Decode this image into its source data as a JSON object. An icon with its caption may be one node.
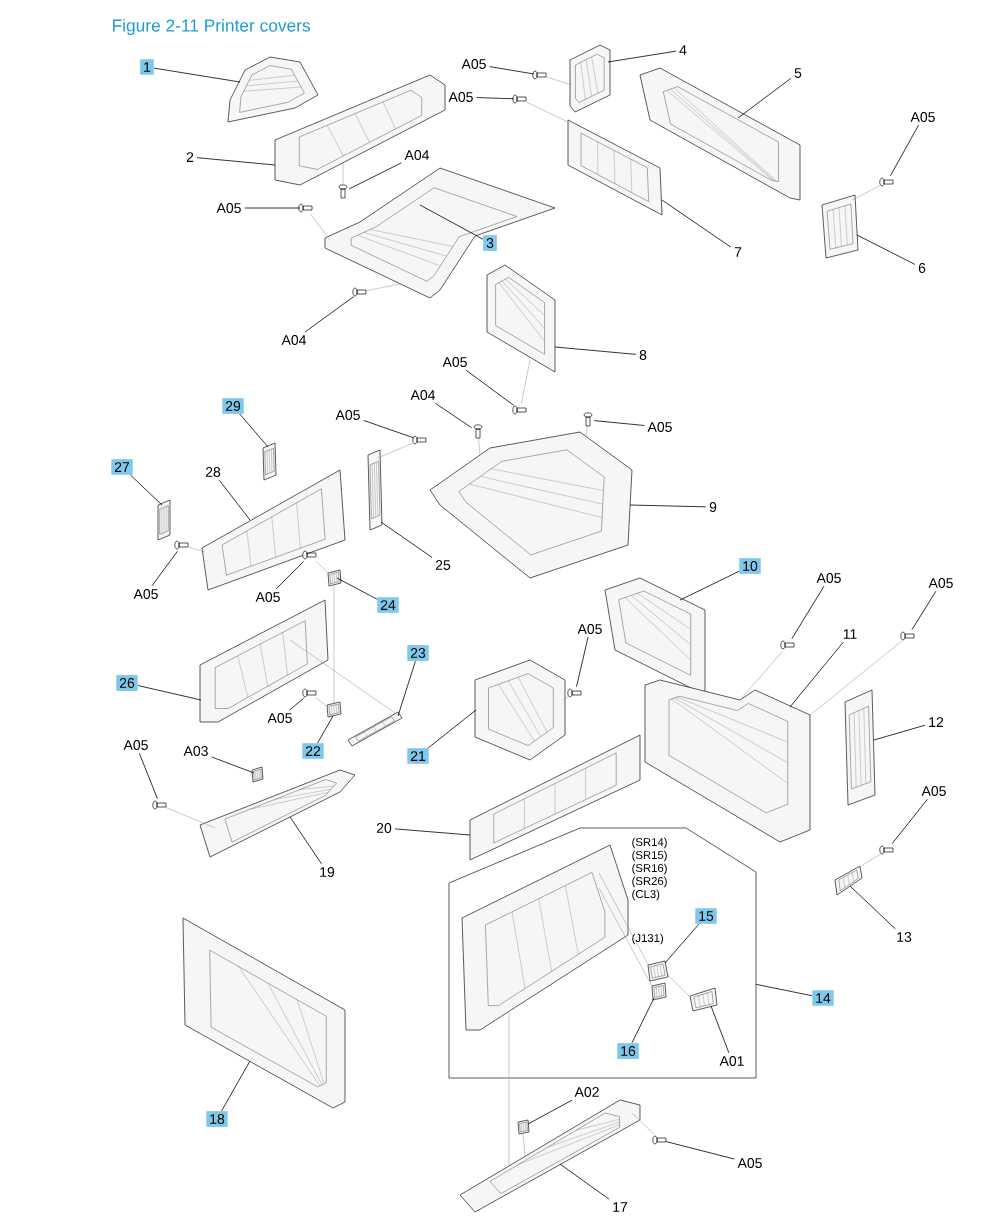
{
  "diagram": {
    "title": "Figure 2-11 Printer covers",
    "nodes": [
      {
        "text": [
          "1"
        ]
      },
      {
        "text": [],
        "shape": "picture"
      },
      {
        "text": [
          "A05"
        ]
      },
      {
        "text": [],
        "shape": "picture"
      },
      {
        "text": [
          "4"
        ]
      },
      {
        "text": [],
        "shape": "picture"
      },
      {
        "text": [
          "5"
        ]
      },
      {
        "text": [],
        "shape": "picture"
      },
      {
        "text": [
          "A05"
        ]
      },
      {
        "text": [],
        "shape": "picture"
      },
      {
        "text": [
          "2"
        ]
      },
      {
        "text": [],
        "shape": "picture"
      },
      {
        "text": [
          "A04"
        ]
      },
      {
        "text": [],
        "shape": "picture"
      },
      {
        "text": [
          "A05"
        ]
      },
      {
        "text": [],
        "shape": "picture"
      },
      {
        "text": [
          "A05"
        ]
      },
      {
        "text": [],
        "shape": "picture"
      },
      {
        "text": [
          "3"
        ]
      },
      {
        "text": [],
        "shape": "picture"
      },
      {
        "text": [
          "7"
        ]
      },
      {
        "text": [],
        "shape": "picture"
      },
      {
        "text": [
          "6"
        ]
      },
      {
        "text": [],
        "shape": "picture"
      },
      {
        "text": [
          "A04"
        ]
      },
      {
        "text": [],
        "shape": "picture"
      },
      {
        "text": [
          "8"
        ]
      },
      {
        "text": [],
        "shape": "picture"
      },
      {
        "text": [
          "A05"
        ]
      },
      {
        "text": [],
        "shape": "picture"
      },
      {
        "text": [
          "29"
        ]
      },
      {
        "text": [],
        "shape": "picture"
      },
      {
        "text": [
          "A04"
        ]
      },
      {
        "text": [],
        "shape": "picture"
      },
      {
        "text": [
          "A05"
        ]
      },
      {
        "text": [],
        "shape": "picture"
      },
      {
        "text": [
          "A05"
        ]
      },
      {
        "text": [],
        "shape": "picture"
      },
      {
        "text": [
          "27"
        ]
      },
      {
        "text": [],
        "shape": "picture"
      },
      {
        "text": [
          "28"
        ]
      },
      {
        "text": [],
        "shape": "picture"
      },
      {
        "text": [
          "9"
        ]
      },
      {
        "text": [],
        "shape": "picture"
      },
      {
        "text": [
          "25"
        ]
      },
      {
        "text": [],
        "shape": "picture"
      },
      {
        "text": [
          "A05"
        ]
      },
      {
        "text": [],
        "shape": "picture"
      },
      {
        "text": [
          "A05"
        ]
      },
      {
        "text": [],
        "shape": "picture"
      },
      {
        "text": [
          "10"
        ]
      },
      {
        "text": [],
        "shape": "picture"
      },
      {
        "text": [
          "A05"
        ]
      },
      {
        "text": [],
        "shape": "picture"
      },
      {
        "text": [
          "A05"
        ]
      },
      {
        "text": [],
        "shape": "picture"
      },
      {
        "text": [
          "24"
        ]
      },
      {
        "text": [],
        "shape": "picture"
      },
      {
        "text": [
          "A05"
        ]
      },
      {
        "text": [],
        "shape": "picture"
      },
      {
        "text": [
          "11"
        ]
      },
      {
        "text": [],
        "shape": "picture"
      },
      {
        "text": [
          "23"
        ]
      },
      {
        "text": [],
        "shape": "picture"
      },
      {
        "text": [
          "26"
        ]
      },
      {
        "text": [],
        "shape": "picture"
      },
      {
        "text": [
          "12"
        ]
      },
      {
        "text": [],
        "shape": "picture"
      },
      {
        "text": [
          "A05"
        ]
      },
      {
        "text": [],
        "shape": "picture"
      },
      {
        "text": [
          "22"
        ]
      },
      {
        "text": [],
        "shape": "picture"
      },
      {
        "text": [
          "21"
        ]
      },
      {
        "text": [],
        "shape": "picture"
      },
      {
        "text": [
          "A05"
        ]
      },
      {
        "text": [],
        "shape": "picture"
      },
      {
        "text": [
          "A03"
        ]
      },
      {
        "text": [],
        "shape": "picture"
      },
      {
        "text": [
          "A05"
        ]
      },
      {
        "text": [],
        "shape": "picture"
      },
      {
        "text": [
          "20"
        ]
      },
      {
        "text": [],
        "shape": "picture"
      },
      {
        "text": [
          "19"
        ]
      },
      {
        "text": [],
        "shape": "picture"
      },
      {
        "text": [],
        "shape": "box"
      },
      {
        "text": [],
        "shape": "picture",
        "in": 84
      },
      {
        "text": [
          "15"
        ],
        "in": 84
      },
      {
        "text": [],
        "shape": "picture",
        "in": 84
      },
      {
        "text": [
          "16"
        ],
        "in": 84
      },
      {
        "text": [],
        "shape": "picture",
        "in": 84
      },
      {
        "text": [
          "A01"
        ],
        "in": 84
      },
      {
        "text": [],
        "shape": "picture",
        "in": 84
      },
      {
        "text": [
          "13"
        ]
      },
      {
        "text": [],
        "shape": "picture"
      },
      {
        "text": [
          "14"
        ]
      },
      {
        "text": [
          "18"
        ]
      },
      {
        "text": [],
        "shape": "picture"
      },
      {
        "text": [
          "A02"
        ]
      },
      {
        "text": [],
        "shape": "picture"
      },
      {
        "text": [
          "A05"
        ]
      },
      {
        "text": [],
        "shape": "picture"
      },
      {
        "text": [
          "17"
        ]
      },
      {
        "text": [],
        "shape": "picture"
      }
    ],
    "edges": [
      {
        "from": 0,
        "to": 1,
        "arrow": "none"
      },
      {
        "from": 2,
        "to": 3,
        "arrow": "none"
      },
      {
        "from": 4,
        "to": 5,
        "arrow": "none"
      },
      {
        "from": 6,
        "to": 7,
        "arrow": "none"
      },
      {
        "from": 8,
        "to": 9,
        "arrow": "none"
      },
      {
        "from": 10,
        "to": 11,
        "arrow": "none"
      },
      {
        "from": 12,
        "to": 13,
        "arrow": "none"
      },
      {
        "from": 14,
        "to": 15,
        "arrow": "none"
      },
      {
        "from": 16,
        "to": 17,
        "arrow": "none"
      },
      {
        "from": 18,
        "to": 19,
        "arrow": "none"
      },
      {
        "from": 20,
        "to": 21,
        "arrow": "none"
      },
      {
        "from": 22,
        "to": 23,
        "arrow": "none"
      },
      {
        "from": 24,
        "to": 25,
        "arrow": "none"
      },
      {
        "from": 26,
        "to": 27,
        "arrow": "none"
      },
      {
        "from": 28,
        "to": 29,
        "arrow": "none"
      },
      {
        "from": 30,
        "to": 31,
        "arrow": "none"
      },
      {
        "from": 32,
        "to": 33,
        "arrow": "none"
      },
      {
        "from": 34,
        "to": 35,
        "arrow": "none"
      },
      {
        "from": 36,
        "to": 37,
        "arrow": "none"
      },
      {
        "from": 38,
        "to": 39,
        "arrow": "none"
      },
      {
        "from": 40,
        "to": 41,
        "arrow": "none"
      },
      {
        "from": 42,
        "to": 43,
        "arrow": "none"
      },
      {
        "from": 44,
        "to": 45,
        "arrow": "none"
      },
      {
        "from": 46,
        "to": 47,
        "arrow": "none"
      },
      {
        "from": 48,
        "to": 49,
        "arrow": "none"
      },
      {
        "from": 50,
        "to": 51,
        "arrow": "none"
      },
      {
        "from": 52,
        "to": 53,
        "arrow": "none"
      },
      {
        "from": 54,
        "to": 55,
        "arrow": "none"
      },
      {
        "from": 56,
        "to": 57,
        "arrow": "none"
      },
      {
        "from": 58,
        "to": 59,
        "arrow": "none"
      },
      {
        "from": 60,
        "to": 61,
        "arrow": "none"
      },
      {
        "from": 62,
        "to": 63,
        "arrow": "none"
      },
      {
        "from": 64,
        "to": 65,
        "arrow": "none"
      },
      {
        "from": 66,
        "to": 67,
        "arrow": "none"
      },
      {
        "from": 68,
        "to": 69,
        "arrow": "none"
      },
      {
        "from": 70,
        "to": 71,
        "arrow": "none"
      },
      {
        "from": 72,
        "to": 73,
        "arrow": "none"
      },
      {
        "from": 74,
        "to": 75,
        "arrow": "none"
      },
      {
        "from": 76,
        "to": 77,
        "arrow": "none"
      },
      {
        "from": 78,
        "to": 79,
        "arrow": "none"
      },
      {
        "from": 80,
        "to": 81,
        "arrow": "none"
      },
      {
        "from": 82,
        "to": 83,
        "arrow": "none"
      },
      {
        "from": 86,
        "to": 87,
        "arrow": "none"
      },
      {
        "from": 88,
        "to": 89,
        "arrow": "none"
      },
      {
        "from": 90,
        "to": 91,
        "arrow": "none"
      },
      {
        "from": 92,
        "to": 93,
        "arrow": "none"
      },
      {
        "from": 94,
        "to": 84,
        "arrow": "none"
      },
      {
        "from": 95,
        "to": 96,
        "arrow": "none"
      },
      {
        "from": 97,
        "to": 98,
        "arrow": "none"
      },
      {
        "from": 99,
        "to": 100,
        "arrow": "none"
      },
      {
        "from": 101,
        "to": 102,
        "arrow": "none"
      },
      {
        "from": 3,
        "to": 5,
        "arrow": "none",
        "color": "#999999"
      },
      {
        "from": 9,
        "to": 21,
        "arrow": "none",
        "color": "#999999"
      },
      {
        "from": 13,
        "to": 11,
        "arrow": "none",
        "color": "#999999"
      },
      {
        "from": 17,
        "to": 19,
        "arrow": "none",
        "color": "#999999"
      },
      {
        "from": 25,
        "to": 19,
        "arrow": "none",
        "color": "#999999"
      },
      {
        "from": 15,
        "to": 23,
        "arrow": "none",
        "color": "#999999"
      },
      {
        "from": 29,
        "to": 27,
        "arrow": "none",
        "color": "#999999"
      },
      {
        "from": 33,
        "to": 43,
        "arrow": "none",
        "color": "#999999"
      },
      {
        "from": 35,
        "to": 45,
        "arrow": "none",
        "color": "#999999"
      },
      {
        "from": 37,
        "to": 43,
        "arrow": "none",
        "color": "#999999"
      },
      {
        "from": 47,
        "to": 41,
        "arrow": "none",
        "color": "#999999"
      },
      {
        "from": 49,
        "to": 57,
        "arrow": "none",
        "color": "#999999"
      },
      {
        "from": 53,
        "to": 61,
        "arrow": "none",
        "color": "#999999"
      },
      {
        "from": 55,
        "to": 61,
        "arrow": "none",
        "color": "#999999"
      },
      {
        "from": 59,
        "to": 73,
        "arrow": "none",
        "color": "#999999"
      },
      {
        "from": 69,
        "to": 71,
        "arrow": "none",
        "color": "#999999"
      },
      {
        "from": 57,
        "to": 71,
        "arrow": "none",
        "color": "#999999"
      },
      {
        "from": 65,
        "to": 63,
        "arrow": "none",
        "color": "#999999"
      },
      {
        "from": 75,
        "to": 83,
        "arrow": "none",
        "color": "#999999"
      },
      {
        "from": 79,
        "to": 93,
        "arrow": "none",
        "color": "#999999"
      },
      {
        "from": 87,
        "to": 85,
        "arrow": "none",
        "color": "#999999"
      },
      {
        "from": 89,
        "to": 85,
        "arrow": "none",
        "color": "#999999"
      },
      {
        "from": 91,
        "to": 87,
        "arrow": "none",
        "color": "#999999"
      },
      {
        "from": 85,
        "to": 102,
        "arrow": "none",
        "color": "#999999"
      },
      {
        "from": 98,
        "to": 102,
        "arrow": "none",
        "color": "#999999"
      },
      {
        "from": 100,
        "to": 102,
        "arrow": "none",
        "color": "#999999"
      }
    ],
    "labels": [
      "(SR14)",
      "(SR15)",
      "(SR16)",
      "(SR26)",
      "(CL3)",
      "(J131)"
    ]
  }
}
